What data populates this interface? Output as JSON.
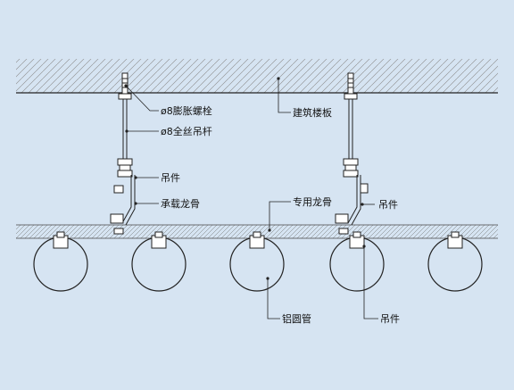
{
  "diagram": {
    "background": "#d6e4f2",
    "line_color": "#222222",
    "labels": {
      "expansion_bolt": "ø8膨胀螺栓",
      "threaded_rod": "ø8全丝吊杆",
      "hanger_left": "吊件",
      "main_keel": "承载龙骨",
      "floor_slab": "建筑楼板",
      "special_keel": "专用龙骨",
      "hanger_right": "吊件",
      "aluminum_tube": "铝圆管",
      "hanger_bottom": "吊件"
    },
    "tube_count": 5
  }
}
